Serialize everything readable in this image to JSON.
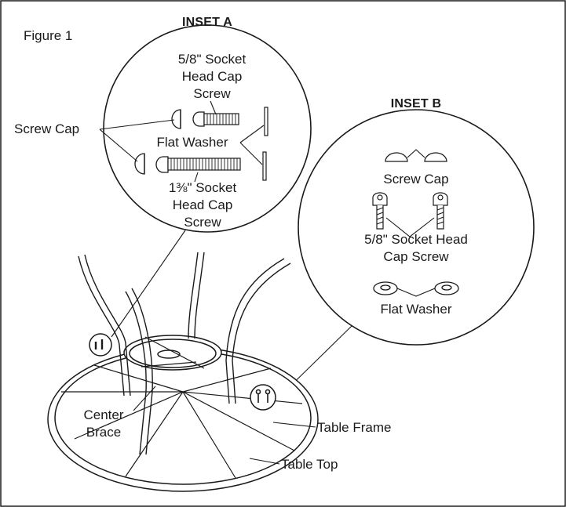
{
  "figure_label": "Figure 1",
  "inset_a": {
    "title": "INSET A",
    "screw_short_line1": "5/8\" Socket",
    "screw_short_line2": "Head Cap",
    "screw_short_line3": "Screw",
    "flat_washer": "Flat Washer",
    "screw_long_line1": "1⅜\" Socket",
    "screw_long_line2": "Head Cap",
    "screw_long_line3": "Screw"
  },
  "screw_cap_callout": "Screw Cap",
  "inset_b": {
    "title": "INSET B",
    "screw_cap": "Screw Cap",
    "screw_line1": "5/8\" Socket Head",
    "screw_line2": "Cap Screw",
    "flat_washer": "Flat Washer"
  },
  "callouts": {
    "center_brace_line1": "Center",
    "center_brace_line2": "Brace",
    "table_frame": "Table Frame",
    "table_top": "Table Top"
  },
  "colors": {
    "ink": "#1a1a1a",
    "background": "#ffffff"
  }
}
